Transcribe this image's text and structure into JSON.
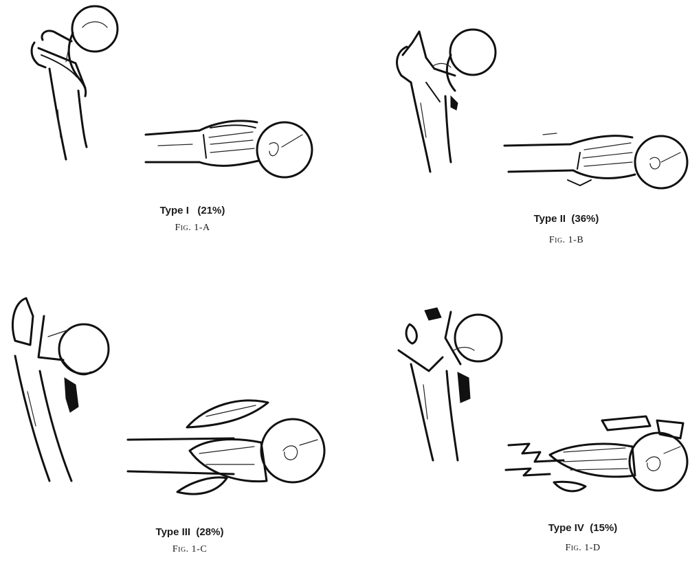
{
  "panels": [
    {
      "id": "A",
      "caption": "Type I   (21%)",
      "label": "Fig. 1-A"
    },
    {
      "id": "B",
      "caption": "Type II  (36%)",
      "label": "Fig. 1-B"
    },
    {
      "id": "C",
      "caption": "Type III  (28%)",
      "label": "Fig. 1-C"
    },
    {
      "id": "D",
      "caption": "Type IV  (15%)",
      "label": "Fig. 1-D"
    }
  ],
  "line_color": "#111111",
  "background": "#ffffff"
}
